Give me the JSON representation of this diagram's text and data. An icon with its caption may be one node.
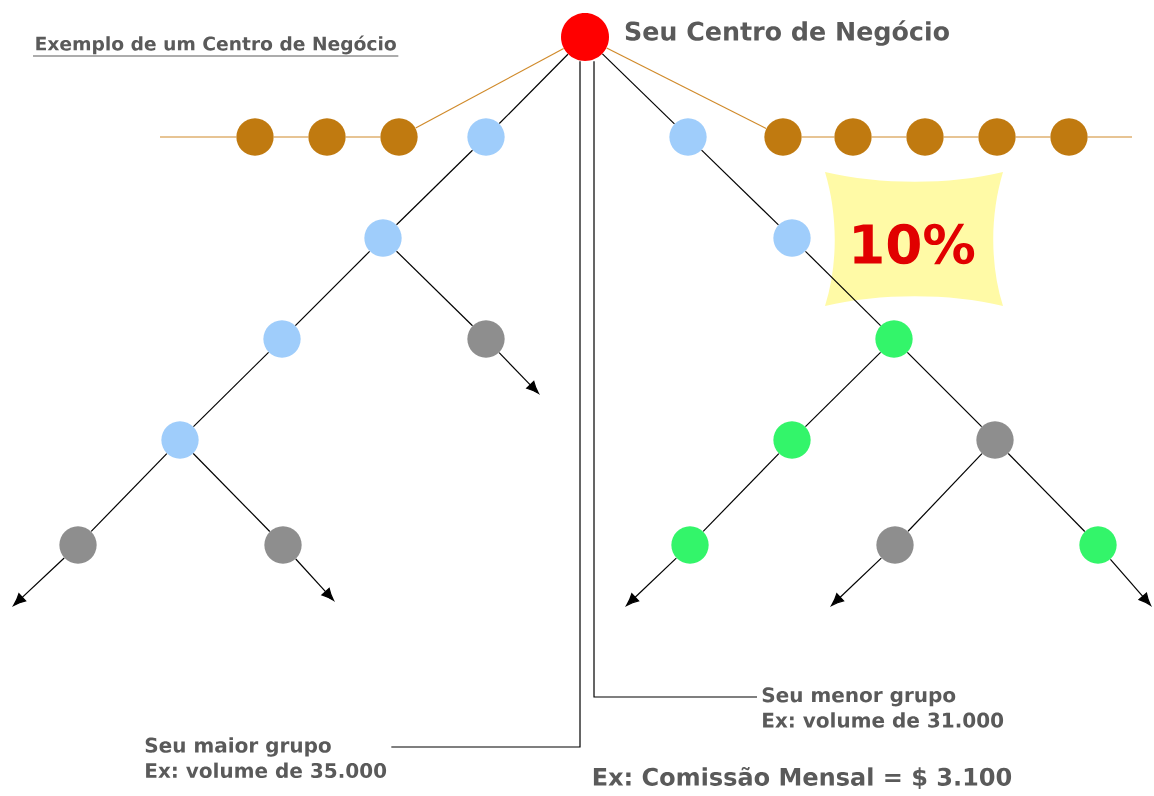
{
  "diagram": {
    "title": "Exemplo de um Centro de Negócio",
    "nodes": [
      {
        "text": [],
        "shape": "circle",
        "beside": [
          "Seu Centro de Negócio"
        ]
      },
      {
        "text": [],
        "shape": "circle"
      },
      {
        "text": [],
        "shape": "circle"
      },
      {
        "text": [],
        "shape": "circle"
      },
      {
        "text": [],
        "shape": "circle"
      },
      {
        "text": [],
        "shape": "circle"
      },
      {
        "text": [],
        "shape": "circle"
      },
      {
        "text": [],
        "shape": "circle"
      },
      {
        "text": [],
        "shape": "circle"
      },
      {
        "text": [],
        "shape": "circle"
      },
      {
        "text": [],
        "shape": "circle"
      },
      {
        "text": [],
        "shape": "circle"
      },
      {
        "text": [],
        "shape": "circle"
      },
      {
        "text": [],
        "shape": "circle"
      },
      {
        "text": [],
        "shape": "circle"
      },
      {
        "text": [],
        "shape": "circle"
      },
      {
        "text": [],
        "shape": "circle"
      },
      {
        "text": [],
        "shape": "circle"
      },
      {
        "text": [],
        "shape": "circle"
      },
      {
        "text": [],
        "shape": "circle"
      },
      {
        "text": [],
        "shape": "circle"
      },
      {
        "text": [],
        "shape": "circle"
      },
      {
        "text": [],
        "shape": "circle"
      },
      {
        "text": [],
        "shape": "circle"
      },
      {
        "text": [
          "Seu menor grupo",
          "Ex: volume de 31.000"
        ]
      },
      {
        "text": [
          "Seu maior grupo",
          "Ex: volume de 35.000"
        ]
      }
    ],
    "edges": [
      {
        "from": 0,
        "to": 3,
        "arrow": "none",
        "color": "#d08a2a"
      },
      {
        "from": 3,
        "to": 2,
        "arrow": "none",
        "color": "#d08a2a"
      },
      {
        "from": 2,
        "to": 1,
        "arrow": "none",
        "color": "#d08a2a"
      },
      {
        "from": 1,
        "to": null,
        "arrow": "none",
        "color": "#d08a2a"
      },
      {
        "from": 0,
        "to": 6,
        "arrow": "none",
        "color": "#d08a2a"
      },
      {
        "from": 6,
        "to": 7,
        "arrow": "none",
        "color": "#d08a2a"
      },
      {
        "from": 7,
        "to": 8,
        "arrow": "none",
        "color": "#d08a2a"
      },
      {
        "from": 8,
        "to": 9,
        "arrow": "none",
        "color": "#d08a2a"
      },
      {
        "from": 9,
        "to": 10,
        "arrow": "none",
        "color": "#d08a2a"
      },
      {
        "from": 10,
        "to": null,
        "arrow": "none",
        "color": "#d08a2a"
      },
      {
        "from": 0,
        "to": 4,
        "arrow": "none"
      },
      {
        "from": 4,
        "to": 11,
        "arrow": "none"
      },
      {
        "from": 11,
        "to": 13,
        "arrow": "none"
      },
      {
        "from": 11,
        "to": 14,
        "arrow": "none"
      },
      {
        "from": 14,
        "to": null,
        "arrow": "to"
      },
      {
        "from": 13,
        "to": 16,
        "arrow": "none"
      },
      {
        "from": 16,
        "to": 19,
        "arrow": "none"
      },
      {
        "from": 16,
        "to": 20,
        "arrow": "none"
      },
      {
        "from": 19,
        "to": null,
        "arrow": "to"
      },
      {
        "from": 20,
        "to": null,
        "arrow": "to"
      },
      {
        "from": 0,
        "to": 5,
        "arrow": "none"
      },
      {
        "from": 5,
        "to": 12,
        "arrow": "none"
      },
      {
        "from": 12,
        "to": 15,
        "arrow": "none"
      },
      {
        "from": 15,
        "to": 17,
        "arrow": "none"
      },
      {
        "from": 15,
        "to": 18,
        "arrow": "none"
      },
      {
        "from": 17,
        "to": 21,
        "arrow": "none"
      },
      {
        "from": 21,
        "to": null,
        "arrow": "to"
      },
      {
        "from": 18,
        "to": 22,
        "arrow": "none"
      },
      {
        "from": 22,
        "to": null,
        "arrow": "to"
      },
      {
        "from": 18,
        "to": 23,
        "arrow": "none"
      },
      {
        "from": 23,
        "to": null,
        "arrow": "to"
      },
      {
        "from": 25,
        "to": 0,
        "arrow": "none"
      },
      {
        "from": 24,
        "to": 0,
        "arrow": "none"
      }
    ],
    "labels": [
      "10%",
      "Ex: Comissão Mensal = **$ 3.100**"
    ]
  }
}
